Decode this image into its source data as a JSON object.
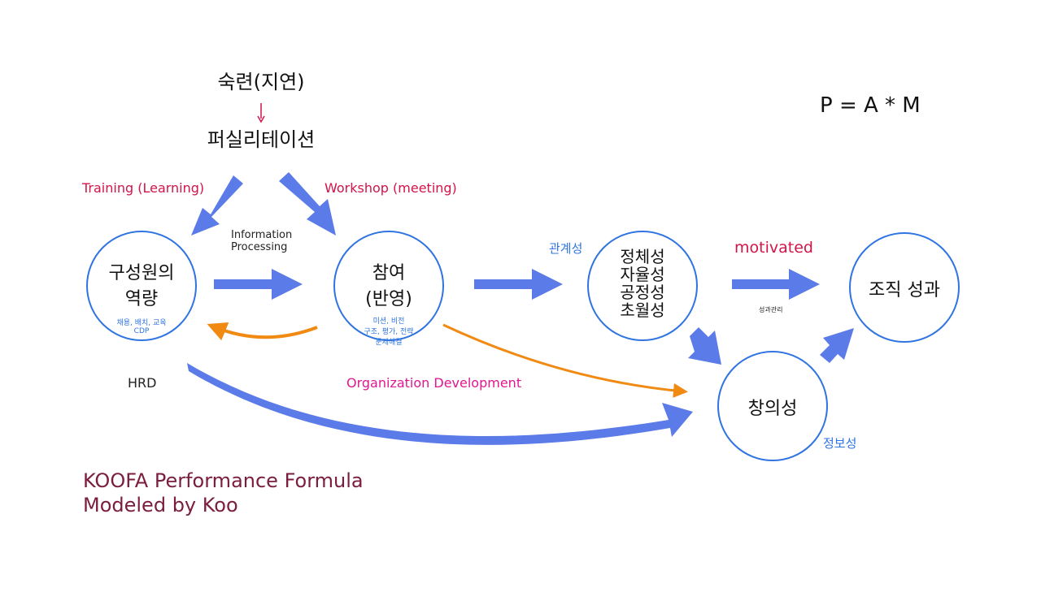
{
  "top": {
    "skill": "숙련(지연)",
    "down_arrow": "↓",
    "facilitation": "퍼실리테이션"
  },
  "formula": "P = A * M",
  "labels": {
    "training": "Training (Learning)",
    "workshop": "Workshop (meeting)",
    "info_line1": "Information",
    "info_line2": "Processing",
    "relational": "관계성",
    "motivated": "motivated",
    "perf_mgmt": "성과관리",
    "hrd": "HRD",
    "od": "Organization Development",
    "info_quality": "정보성"
  },
  "nodes": {
    "competency": {
      "line1": "구성원의",
      "line2": "역량",
      "sub1": "채용, 배치, 교육",
      "sub2": "CDP"
    },
    "participation": {
      "line1": "참여",
      "line2": "(반영)",
      "sub1": "미션, 비전",
      "sub2": "구조, 평가, 전략",
      "sub3": "문제해결"
    },
    "identity": {
      "line1": "정체성",
      "line2": "자율성",
      "line3": "공정성",
      "line4": "초월성"
    },
    "creativity": {
      "label": "창의성"
    },
    "performance": {
      "label": "조직 성과"
    }
  },
  "footer": {
    "line1": "KOOFA Performance Formula",
    "line2": "Modeled by Koo"
  },
  "colors": {
    "blue_arrow": "#5b7be8",
    "orange_arrow": "#f08a12",
    "node_border": "#2f74e0",
    "red_label": "#d3134a",
    "magenta_label": "#e0178f",
    "footer": "#7a1d3f"
  }
}
